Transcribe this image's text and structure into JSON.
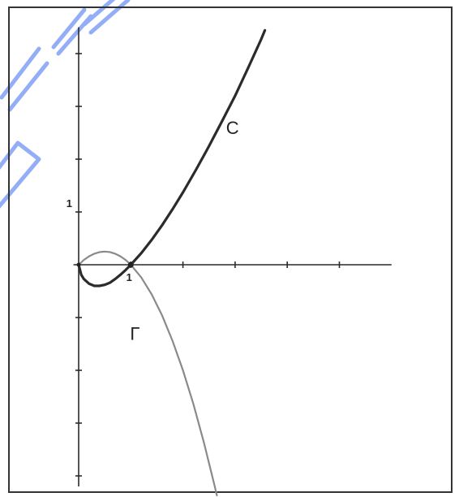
{
  "chart_data": {
    "type": "line",
    "title": "",
    "xlabel": "",
    "ylabel": "",
    "xlim": [
      -0.1,
      6.0
    ],
    "ylim": [
      -4.2,
      4.5
    ],
    "x_ticks": [
      1,
      2,
      3,
      4,
      5
    ],
    "y_ticks": [
      -4,
      -3,
      -2,
      -1,
      1,
      2,
      3,
      4
    ],
    "x_tick_labels": [
      {
        "x": 1,
        "label": "1"
      }
    ],
    "y_tick_labels": [
      {
        "y": 1,
        "label": "1"
      }
    ],
    "grid": false,
    "series": [
      {
        "name": "C",
        "color": "#2b2b2b",
        "points": [
          [
            0,
            0
          ],
          [
            0.05,
            -0.19
          ],
          [
            0.1,
            -0.27
          ],
          [
            0.2,
            -0.36
          ],
          [
            0.3,
            -0.4
          ],
          [
            0.4,
            -0.4
          ],
          [
            0.5,
            -0.38
          ],
          [
            0.6,
            -0.34
          ],
          [
            0.7,
            -0.27
          ],
          [
            0.8,
            -0.19
          ],
          [
            0.9,
            -0.1
          ],
          [
            1.0,
            0
          ],
          [
            1.2,
            0.22
          ],
          [
            1.4,
            0.47
          ],
          [
            1.6,
            0.75
          ],
          [
            1.8,
            1.05
          ],
          [
            2.0,
            1.37
          ],
          [
            2.25,
            1.8
          ],
          [
            2.5,
            2.25
          ],
          [
            2.75,
            2.72
          ],
          [
            3.0,
            3.2
          ],
          [
            3.25,
            3.73
          ],
          [
            3.5,
            4.27
          ],
          [
            3.57,
            4.44
          ]
        ]
      },
      {
        "name": "Γ",
        "color": "#8a8a8a",
        "points": [
          [
            0,
            0
          ],
          [
            0.1,
            0.09
          ],
          [
            0.2,
            0.16
          ],
          [
            0.3,
            0.21
          ],
          [
            0.4,
            0.24
          ],
          [
            0.5,
            0.25
          ],
          [
            0.6,
            0.24
          ],
          [
            0.7,
            0.21
          ],
          [
            0.8,
            0.16
          ],
          [
            0.9,
            0.09
          ],
          [
            1.0,
            0
          ],
          [
            1.2,
            -0.24
          ],
          [
            1.4,
            -0.56
          ],
          [
            1.6,
            -0.96
          ],
          [
            1.8,
            -1.44
          ],
          [
            2.0,
            -2.0
          ],
          [
            2.2,
            -2.64
          ],
          [
            2.4,
            -3.36
          ],
          [
            2.6,
            -4.16
          ],
          [
            2.65,
            -4.37
          ]
        ]
      }
    ],
    "annotations": [
      {
        "text": "C",
        "x": 2.95,
        "y": 2.6
      },
      {
        "text": "Γ",
        "x": 1.08,
        "y": -1.3
      }
    ]
  }
}
